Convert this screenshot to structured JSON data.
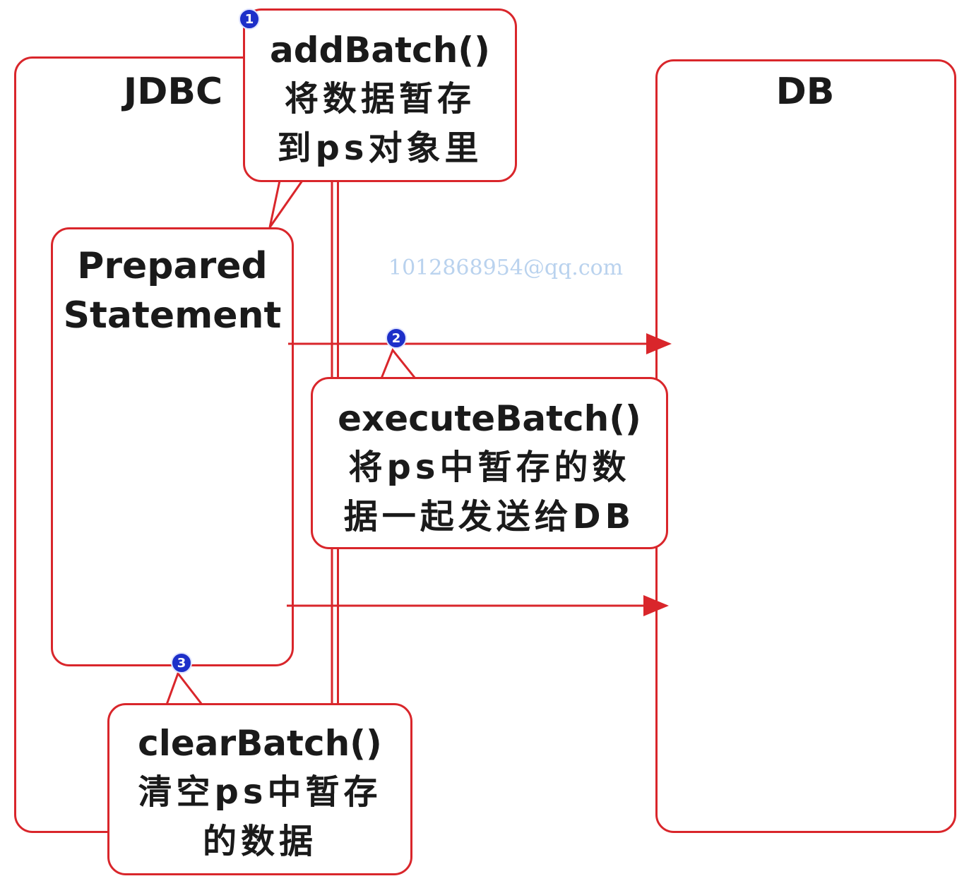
{
  "jdbc": {
    "label": "JDBC"
  },
  "db": {
    "label": "DB"
  },
  "prepared_statement": {
    "line1": "Prepared",
    "line2": "Statement"
  },
  "watermark": "1012868954@qq.com",
  "steps": [
    {
      "number": "1",
      "method": "addBatch()",
      "line1": "将数据暂存",
      "line2": "到ps对象里"
    },
    {
      "number": "2",
      "method": "executeBatch()",
      "line1": "将ps中暂存的数",
      "line2": "据一起发送给DB"
    },
    {
      "number": "3",
      "method": "clearBatch()",
      "line1": "清空ps中暂存",
      "line2": "的数据"
    }
  ],
  "colors": {
    "accent": "#d9262b",
    "badge": "#1d2fc9",
    "watermark": "#b9d2ee"
  }
}
